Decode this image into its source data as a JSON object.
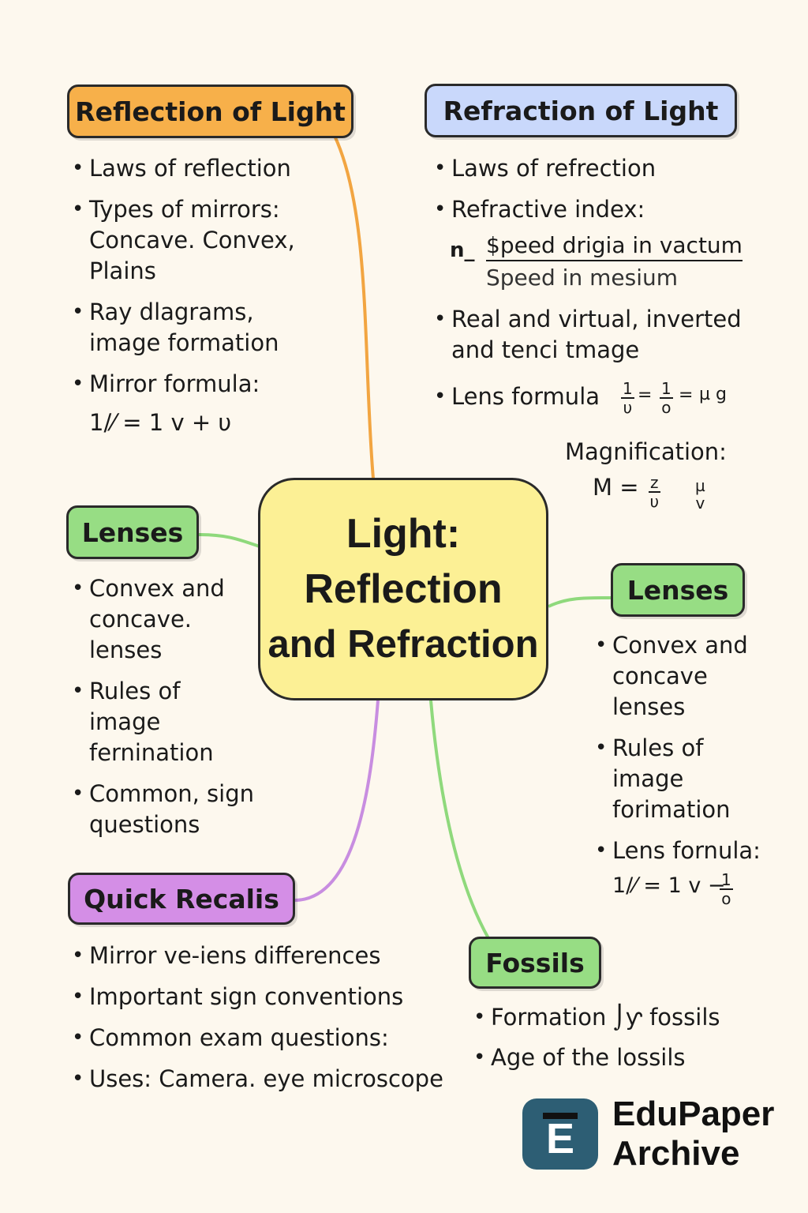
{
  "title": {
    "line1": "Light:",
    "line2": "Reflection",
    "line3": "and Refraction"
  },
  "branches": {
    "reflection": {
      "header": "Reflection of Light",
      "color": "#f7b04a",
      "items": [
        "Laws of reflection",
        "Types of mirrors:\nConcave. Convex,\nPlains",
        "Ray dlagrams,\nimage formation",
        "Mirror formula:"
      ],
      "formula": "1/⁄  =  1 v + υ"
    },
    "refraction": {
      "header": "Refraction of Light",
      "color": "#c9d8fb",
      "items_top": [
        "Laws of refrection",
        "Refractive index:"
      ],
      "index_prefix": "n_",
      "index_numerator": "$peed drigia in vactum",
      "index_denominator": "Speed in mesium",
      "items_bottom": [
        "Real and virtual, inverted\nand tenci tmage",
        "Lens formula"
      ],
      "lens_frac1": {
        "num": "1",
        "den": "υ"
      },
      "lens_frac2": {
        "num": "1",
        "den": "o"
      },
      "lens_tail": "µ g",
      "magnification_label": "Magnification:",
      "magnification_lhs": "M =",
      "mag_frac1": {
        "num": "z",
        "den": "υ"
      },
      "mag_frac2": {
        "num": "µ",
        "den": "v"
      }
    },
    "lenses_left": {
      "header": "Lenses",
      "color": "#97dd84",
      "items": [
        "Convex and\nconcave.\nlenses",
        "Rules of\nimage\nfernination",
        "Common, sign\nquestions"
      ]
    },
    "lenses_right": {
      "header": "Lenses",
      "color": "#97dd84",
      "items": [
        "Convex and\nconcave\nlenses",
        "Rules of\nimage\nforimation",
        "Lens fornula:"
      ],
      "formula_lhs": "1/⁄  =  1 v −",
      "formula_frac": {
        "num": "1",
        "den": "o"
      }
    },
    "quick_recall": {
      "header": "Quick Recalis",
      "color": "#d48ee6",
      "items": [
        "Mirror ve-iens differences",
        "Important sign conventions",
        "Common exam questions:",
        "Uses: Camera. eye microscope"
      ]
    },
    "fossils": {
      "header": "Fossils",
      "color": "#97dd84",
      "items": [
        "Formation ⌡ƴ fossils",
        "Age of the lossils"
      ]
    }
  },
  "logo": {
    "icon_letter": "E",
    "line1": "EduPaper",
    "line2": "Archive"
  }
}
